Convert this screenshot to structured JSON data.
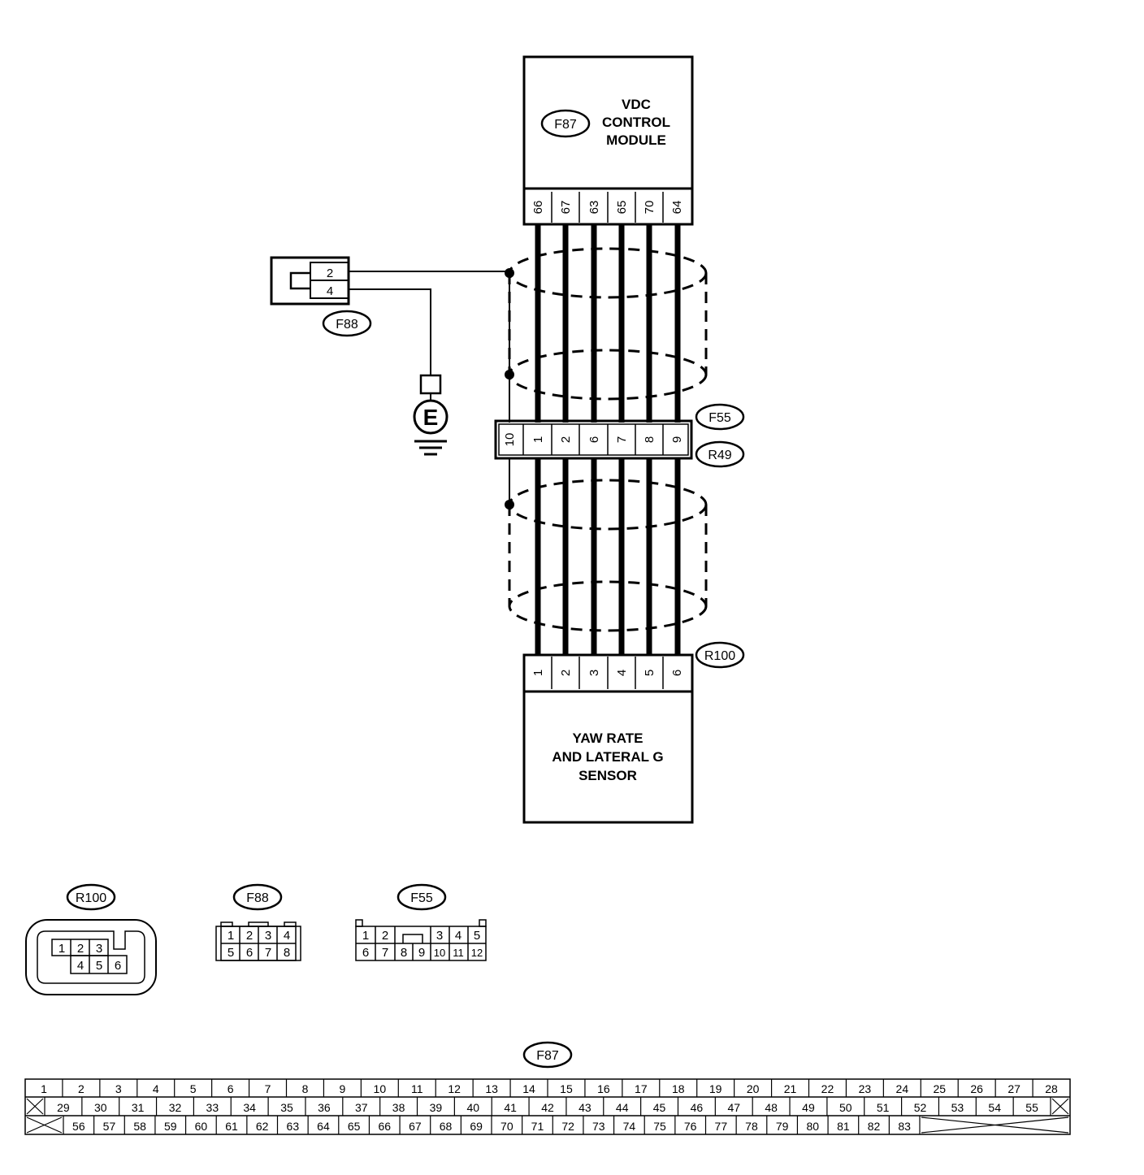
{
  "vdc_module": {
    "connector": "F87",
    "title_lines": [
      "VDC",
      "CONTROL",
      "MODULE"
    ],
    "pins": [
      "66",
      "67",
      "63",
      "65",
      "70",
      "64"
    ]
  },
  "shield_connector": {
    "connector": "F88",
    "pins": [
      "2",
      "4"
    ]
  },
  "ground": {
    "symbol": "E"
  },
  "joint": {
    "connector_top": "F55",
    "connector_bottom": "R49",
    "pins": [
      "10",
      "1",
      "2",
      "6",
      "7",
      "8",
      "9"
    ]
  },
  "sensor": {
    "connector": "R100",
    "title_lines": [
      "YAW RATE",
      "AND LATERAL G",
      "SENSOR"
    ],
    "pins": [
      "1",
      "2",
      "3",
      "4",
      "5",
      "6"
    ]
  },
  "faces": {
    "r100": {
      "label": "R100",
      "row1": [
        "1",
        "2",
        "3"
      ],
      "row2": [
        "4",
        "5",
        "6"
      ]
    },
    "f88": {
      "label": "F88",
      "row1": [
        "1",
        "2",
        "3",
        "4"
      ],
      "row2": [
        "5",
        "6",
        "7",
        "8"
      ]
    },
    "f55": {
      "label": "F55",
      "row1": [
        "1",
        "2",
        "3",
        "4",
        "5"
      ],
      "row2": [
        "6",
        "7",
        "8",
        "9",
        "10",
        "11",
        "12"
      ]
    }
  },
  "f87_face": {
    "label": "F87",
    "row1": [
      "1",
      "2",
      "3",
      "4",
      "5",
      "6",
      "7",
      "8",
      "9",
      "10",
      "11",
      "12",
      "13",
      "14",
      "15",
      "16",
      "17",
      "18",
      "19",
      "20",
      "21",
      "22",
      "23",
      "24",
      "25",
      "26",
      "27",
      "28"
    ],
    "row2": [
      "29",
      "30",
      "31",
      "32",
      "33",
      "34",
      "35",
      "36",
      "37",
      "38",
      "39",
      "40",
      "41",
      "42",
      "43",
      "44",
      "45",
      "46",
      "47",
      "48",
      "49",
      "50",
      "51",
      "52",
      "53",
      "54",
      "55"
    ],
    "row3": [
      "56",
      "57",
      "58",
      "59",
      "60",
      "61",
      "62",
      "63",
      "64",
      "65",
      "66",
      "67",
      "68",
      "69",
      "70",
      "71",
      "72",
      "73",
      "74",
      "75",
      "76",
      "77",
      "78",
      "79",
      "80",
      "81",
      "82",
      "83"
    ]
  }
}
